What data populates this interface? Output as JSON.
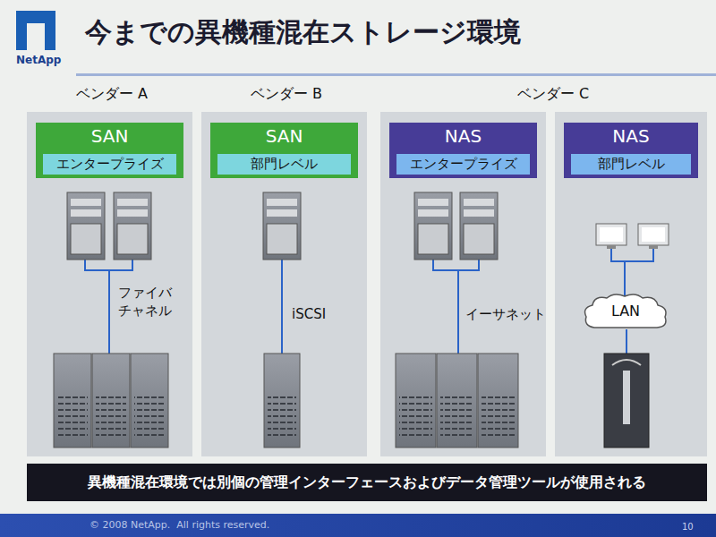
{
  "diagram": {
    "title": "今までの異機種混在ストレージ環境",
    "nodes": [
      {
        "text": [
          "SAN"
        ]
      },
      {
        "text": [
          "エンタープライズ"
        ],
        "in": 0
      },
      {
        "text": [
          "SAN"
        ]
      },
      {
        "text": [
          "部門レベル"
        ],
        "in": 2
      },
      {
        "text": [
          "NAS"
        ]
      },
      {
        "text": [
          "エンタープライズ"
        ],
        "in": 4
      },
      {
        "text": [
          "NAS"
        ]
      },
      {
        "text": [
          "部門レベル"
        ],
        "in": 6
      },
      {
        "text": [
          "LAN"
        ]
      },
      {
        "text": [
          "異機種混在環境では別個の管理インターフェースおよびデータ管理ツールが使用される"
        ]
      }
    ],
    "labels": [
      "NetApp",
      "ベンダー A",
      "ベンダー B",
      "ベンダー C",
      "ファイバ チャネル",
      "iSCSI",
      "イーサネット",
      "© 2008 NetApp.  All rights reserved.",
      "10"
    ]
  }
}
